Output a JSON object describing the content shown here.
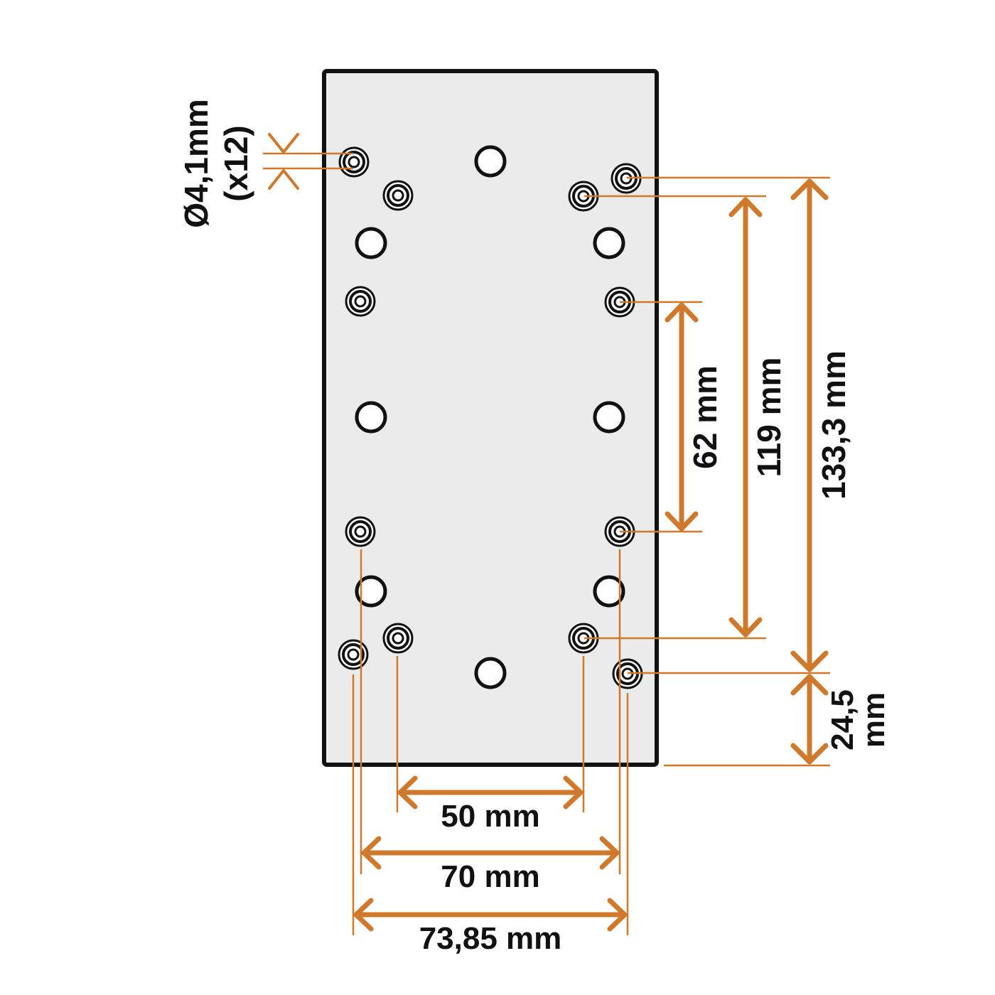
{
  "colors": {
    "plate_fill": "#ebebeb",
    "plate_stroke": "#111111",
    "dimension": "#d0782c",
    "hole_fill": "#ffffff"
  },
  "labels": {
    "hole_diameter": "Ø4,1mm",
    "hole_count": "(x12)",
    "dim_62": "62 mm",
    "dim_119": "119 mm",
    "dim_133": "133,3 mm",
    "dim_24_line1": "24,5",
    "dim_24_line2": "mm",
    "dim_50": "50 mm",
    "dim_70": "70 mm",
    "dim_73": "73,85 mm"
  },
  "holes": {
    "small_mounting_count": 12,
    "large_through_count": 8
  }
}
